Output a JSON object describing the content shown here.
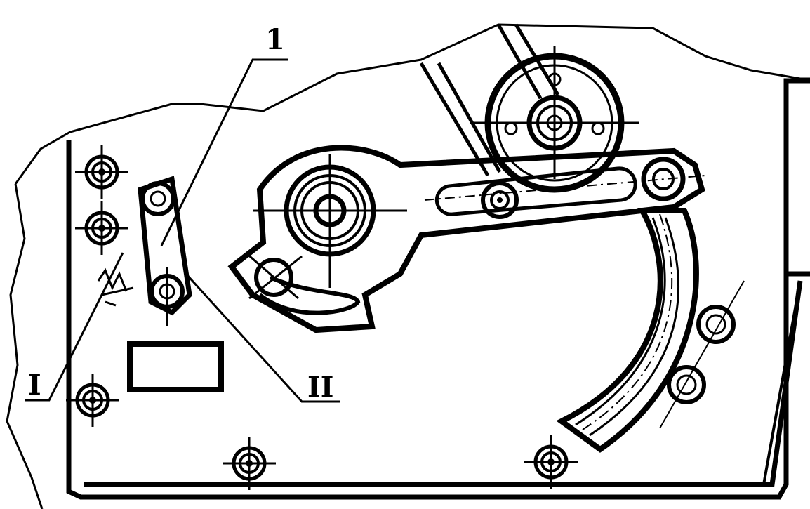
{
  "labels": {
    "label_1": "1",
    "label_I": "I",
    "label_II": "II"
  },
  "colors": {
    "line": "#000000",
    "background": "#ffffff",
    "watermark": "#a0a0a0"
  }
}
